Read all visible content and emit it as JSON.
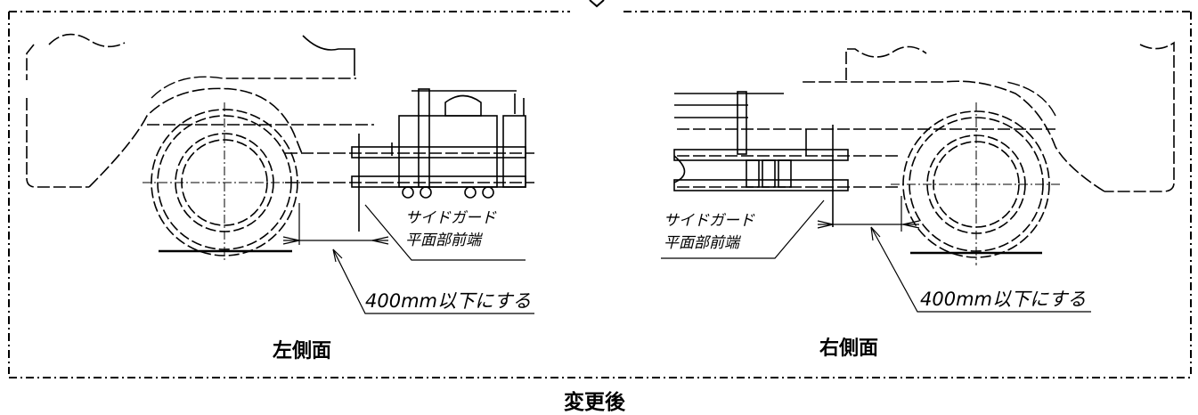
{
  "captions": {
    "left_side": "左側面",
    "right_side": "右側面",
    "after_change": "変更後"
  },
  "left_view": {
    "annotation_line1": "サイドガード",
    "annotation_line2": "平面部前端",
    "dimension_note": "400mm以下にする"
  },
  "right_view": {
    "annotation_line1": "サイドガード",
    "annotation_line2": "平面部前端",
    "dimension_note": "400mm以下にする"
  }
}
